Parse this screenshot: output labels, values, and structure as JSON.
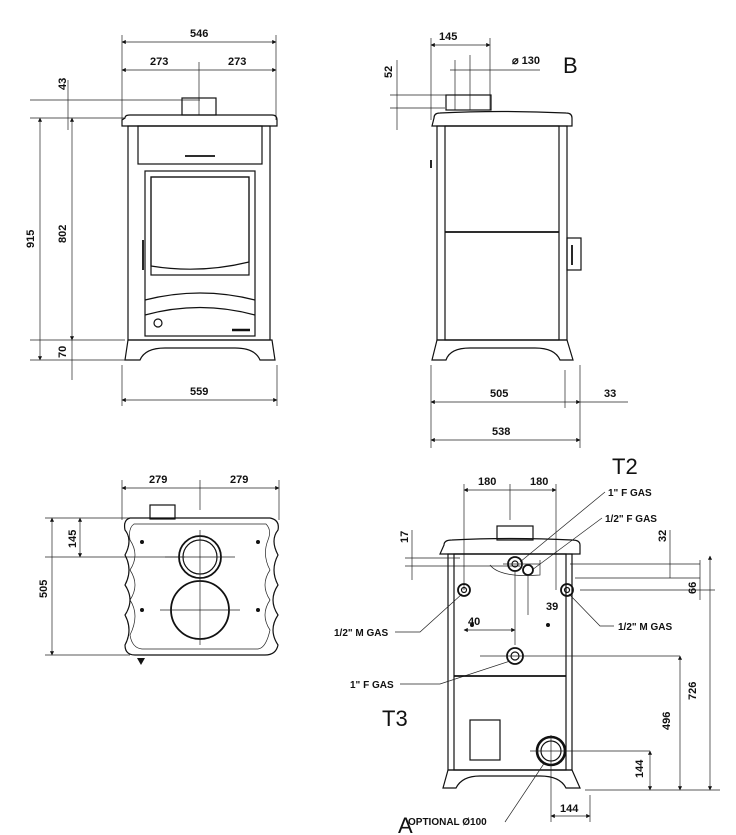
{
  "front_view": {
    "dims": {
      "total_width": "546",
      "half_left": "273",
      "half_right": "273",
      "top_offset": "43",
      "total_height": "915",
      "body_height": "802",
      "feet_height": "70",
      "base_width": "559"
    }
  },
  "side_view": {
    "dims": {
      "flue_offset": "145",
      "flue_height": "52",
      "flue_diameter": "⌀ 130",
      "depth": "505",
      "handle_depth": "33",
      "total_depth": "538"
    },
    "marker": "B"
  },
  "top_view": {
    "dims": {
      "half_left": "279",
      "half_right": "279",
      "flue_offset": "145",
      "depth": "505"
    }
  },
  "rear_view": {
    "marker_top": "T2",
    "marker_left": "T3",
    "marker_bottom": "A",
    "dims": {
      "half_left": "180",
      "half_right": "180",
      "top_gap": "17",
      "right_top": "32",
      "right_mid": "66",
      "center_dist": "39",
      "left_dist": "40",
      "height_726": "726",
      "height_496": "496",
      "height_144": "144",
      "width_144": "144"
    },
    "labels": {
      "f_gas_1": "1\" F GAS",
      "f_gas_half": "1/2\" F GAS",
      "m_gas_left": "1/2\" M GAS",
      "m_gas_right": "1/2\" M GAS",
      "f_gas_lower": "1\" F GAS",
      "optional": "OPTIONAL Ø100"
    }
  }
}
